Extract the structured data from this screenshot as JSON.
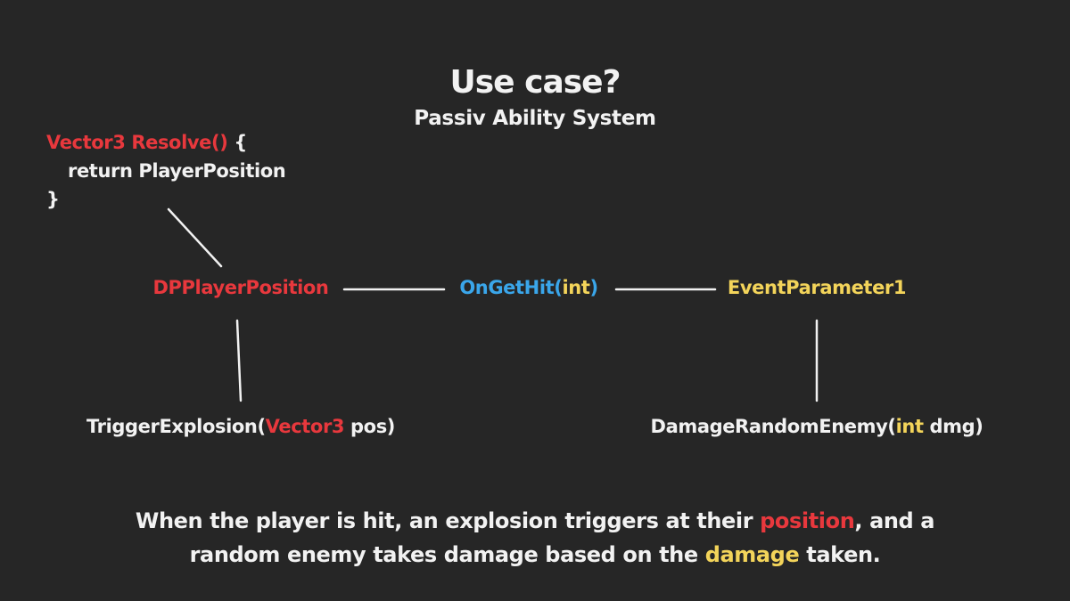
{
  "title": "Use case?",
  "subtitle": "Passiv Ability System",
  "code_snippet": {
    "line1_signature": "Vector3 Resolve()",
    "line1_brace": " {",
    "line2": "return PlayerPosition",
    "line3": "}"
  },
  "nodes": {
    "dp_player_position": "DPPlayerPosition",
    "on_get_hit_name": "OnGetHit(",
    "on_get_hit_param": "int",
    "on_get_hit_close": ")",
    "event_parameter": "EventParameter1",
    "trigger_explosion_name": "TriggerExplosion(",
    "trigger_explosion_type": "Vector3",
    "trigger_explosion_rest": " pos)",
    "damage_enemy_name": "DamageRandomEnemy(",
    "damage_enemy_type": "int",
    "damage_enemy_rest": " dmg)"
  },
  "description": {
    "line1_pre": "When the player is hit, an explosion triggers at their ",
    "line1_highlight": "position",
    "line1_post": ", and a",
    "line2_pre": "random enemy takes damage based on the ",
    "line2_highlight": "damage",
    "line2_post": " taken."
  },
  "colors": {
    "background": "#262626",
    "text": "#f2f2f2",
    "red": "#e8383d",
    "blue": "#3aa6ea",
    "yellow": "#f3d45a"
  }
}
